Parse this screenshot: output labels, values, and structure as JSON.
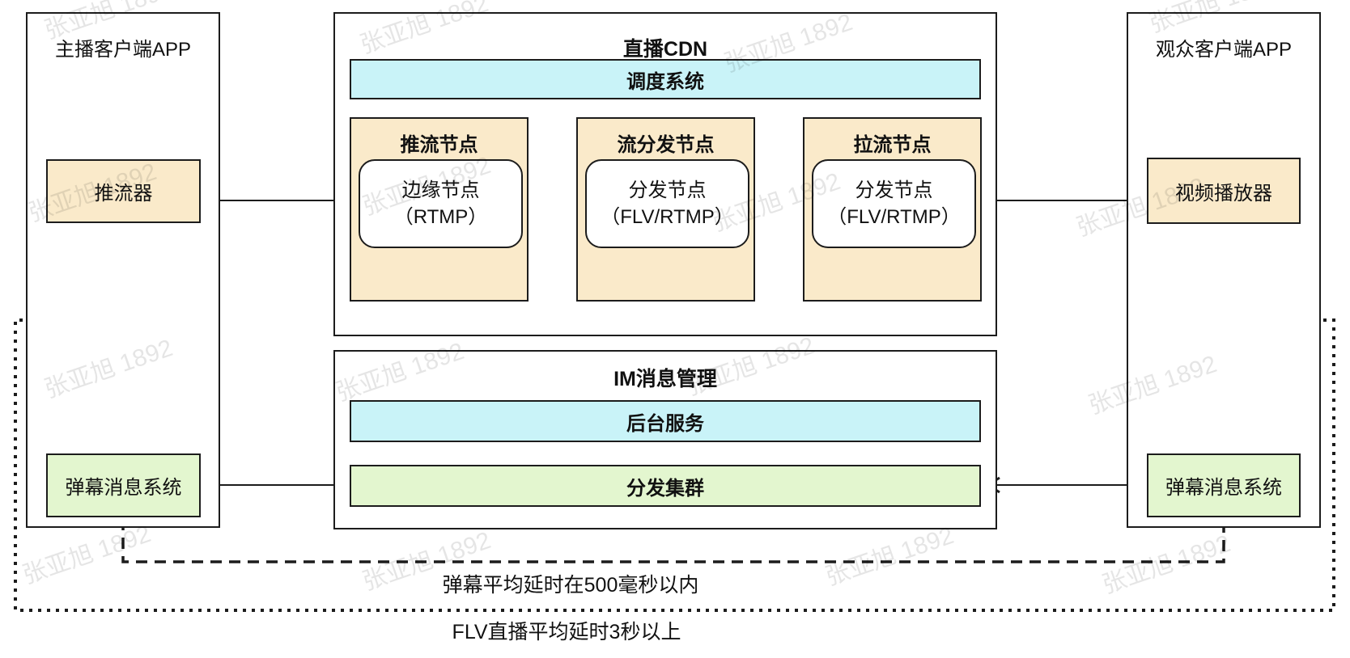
{
  "watermark": {
    "text": "张亚旭 1892"
  },
  "broadcaster_app": {
    "title": "主播客户端APP",
    "pusher_label": "推流器",
    "danmaku_label": "弹幕消息系统"
  },
  "cdn": {
    "title": "直播CDN",
    "scheduler_label": "调度系统",
    "nodes": [
      {
        "title": "推流节点",
        "line1": "边缘节点",
        "line2": "（RTMP）"
      },
      {
        "title": "流分发节点",
        "line1": "分发节点",
        "line2": "（FLV/RTMP）"
      },
      {
        "title": "拉流节点",
        "line1": "分发节点",
        "line2": "（FLV/RTMP）"
      }
    ]
  },
  "im": {
    "title": "IM消息管理",
    "backend_label": "后台服务",
    "cluster_label": "分发集群"
  },
  "viewer_app": {
    "title": "观众客户端APP",
    "player_label": "视频播放器",
    "danmaku_label": "弹幕消息系统"
  },
  "annotations": {
    "danmaku_latency": "弹幕平均延时在500毫秒以内",
    "flv_latency": "FLV直播平均延时3秒以上"
  },
  "colors": {
    "tan": "#FAEACA",
    "cyan": "#C9F3F8",
    "green": "#E3F6CF",
    "line": "#1c1c1c"
  }
}
